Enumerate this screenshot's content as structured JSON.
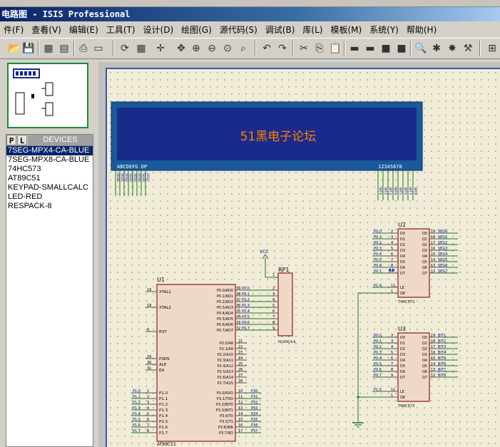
{
  "window": {
    "title": "电路图 - ISIS Professional"
  },
  "menu": [
    "件(F)",
    "查看(V)",
    "编辑(E)",
    "工具(T)",
    "设计(D)",
    "绘图(G)",
    "源代码(S)",
    "调试(B)",
    "库(L)",
    "模板(M)",
    "系统(Y)",
    "帮助(H)"
  ],
  "devices": {
    "tabs": [
      "P",
      "L"
    ],
    "header": "DEVICES",
    "selected": 0,
    "items": [
      "7SEG-MPX4-CA-BLUE",
      "7SEG-MPX8-CA-BLUE",
      "74HC573",
      "AT89C51",
      "KEYPAD-SMALLCALC",
      "LED-RED",
      "RESPACK-8"
    ]
  },
  "lcd": {
    "text": "51黑电子论坛",
    "left_pins": "ABCDEFG DP",
    "right_pins": "12345678",
    "seg_labels": [
      "SEG0",
      "SEG1",
      "SEG2",
      "SEG3",
      "SEG4",
      "SEG5",
      "SEG6",
      "SEG7"
    ],
    "bit_labels": [
      "BIT1",
      "BIT2",
      "BIT3",
      "BIT4",
      "BIT5",
      "BIT6",
      "BIT7",
      "BIT8"
    ]
  },
  "u1": {
    "ref": "U1",
    "part": "AT89C51",
    "left_pins": [
      {
        "num": "19",
        "name": "XTAL1"
      },
      {
        "num": "18",
        "name": "XTAL2"
      },
      {
        "num": "9",
        "name": "RST"
      },
      {
        "num": "29",
        "name": "PSEN"
      },
      {
        "num": "30",
        "name": "ALE"
      },
      {
        "num": "31",
        "name": "EA"
      }
    ],
    "p1_pins": [
      {
        "num": "1",
        "name": "P1.0",
        "net": "P1.0"
      },
      {
        "num": "2",
        "name": "P1.1",
        "net": "P1.1"
      },
      {
        "num": "3",
        "name": "P1.2",
        "net": "P1.2"
      },
      {
        "num": "4",
        "name": "P1.3",
        "net": "P1.3"
      },
      {
        "num": "5",
        "name": "P1.4",
        "net": "P1.4"
      },
      {
        "num": "6",
        "name": "P1.5",
        "net": "P1.5"
      },
      {
        "num": "7",
        "name": "P1.6",
        "net": "P1.6"
      },
      {
        "num": "8",
        "name": "P1.7",
        "net": "P1.7"
      }
    ],
    "p0_pins": [
      {
        "num": "39",
        "name": "P0.0/AD0",
        "net": "P0.0"
      },
      {
        "num": "38",
        "name": "P0.1/AD1",
        "net": "P0.1"
      },
      {
        "num": "37",
        "name": "P0.2/AD2",
        "net": "P0.2"
      },
      {
        "num": "36",
        "name": "P0.3/AD3",
        "net": "P0.3"
      },
      {
        "num": "35",
        "name": "P0.4/AD4",
        "net": "P0.4"
      },
      {
        "num": "34",
        "name": "P0.5/AD5",
        "net": "P0.5"
      },
      {
        "num": "33",
        "name": "P0.6/AD6",
        "net": "P0.6"
      },
      {
        "num": "32",
        "name": "P0.7/AD7",
        "net": "P0.7"
      }
    ],
    "p2_pins": [
      {
        "num": "21",
        "name": "P2.0/A8"
      },
      {
        "num": "22",
        "name": "P2.1/A9"
      },
      {
        "num": "23",
        "name": "P2.2/A10"
      },
      {
        "num": "24",
        "name": "P2.3/A11"
      },
      {
        "num": "25",
        "name": "P2.4/A12"
      },
      {
        "num": "26",
        "name": "P2.5/A13"
      },
      {
        "num": "27",
        "name": "P2.6/A14"
      },
      {
        "num": "28",
        "name": "P2.7/A15"
      }
    ],
    "p3_pins": [
      {
        "num": "10",
        "name": "P3.0/RXD",
        "net": "P30"
      },
      {
        "num": "11",
        "name": "P3.1/TXD",
        "net": "P31"
      },
      {
        "num": "12",
        "name": "P3.2/INT0",
        "net": "P32"
      },
      {
        "num": "13",
        "name": "P3.3/INT1",
        "net": "P33"
      },
      {
        "num": "14",
        "name": "P3.4/T0",
        "net": "P34"
      },
      {
        "num": "15",
        "name": "P3.5/T1",
        "net": "P35"
      },
      {
        "num": "16",
        "name": "P3.6/WR",
        "net": "P36"
      },
      {
        "num": "17",
        "name": "P3.7/RD",
        "net": "P37"
      }
    ]
  },
  "rp1": {
    "ref": "RP1",
    "part": "RESPACK-8",
    "vcc": "VCC",
    "pin1": "1",
    "pins": [
      "2",
      "3",
      "4",
      "5",
      "6",
      "7",
      "8",
      "9"
    ],
    "nets": [
      "P0.0",
      "P0.1",
      "P0.2",
      "P0.3",
      "P0.4",
      "P0.5",
      "P0.6",
      "P0.7"
    ]
  },
  "u2": {
    "ref": "U2",
    "part": "74HC573",
    "inputs": [
      {
        "net": "P0.0",
        "num": "2",
        "name": "D0"
      },
      {
        "net": "P0.1",
        "num": "3",
        "name": "D1"
      },
      {
        "net": "P0.2",
        "num": "4",
        "name": "D2"
      },
      {
        "net": "P0.3",
        "num": "5",
        "name": "D3"
      },
      {
        "net": "P0.4",
        "num": "6",
        "name": "D4"
      },
      {
        "net": "P0.5",
        "num": "7",
        "name": "D5"
      },
      {
        "net": "P0.6",
        "num": "8",
        "name": "D6"
      },
      {
        "net": "P0.7",
        "num": "9",
        "name": "D7"
      }
    ],
    "outputs": [
      {
        "num": "19",
        "net": "SEG0",
        "name": "Q0"
      },
      {
        "num": "18",
        "net": "SEG1",
        "name": "Q1"
      },
      {
        "num": "17",
        "net": "SEG2",
        "name": "Q2"
      },
      {
        "num": "16",
        "net": "SEG3",
        "name": "Q3"
      },
      {
        "num": "15",
        "net": "SEG4",
        "name": "Q4"
      },
      {
        "num": "14",
        "net": "SEG5",
        "name": "Q5"
      },
      {
        "num": "13",
        "net": "SEG6",
        "name": "Q6"
      },
      {
        "num": "12",
        "net": "SEG7",
        "name": "Q7"
      }
    ],
    "le": {
      "net": "P1.4",
      "num": "11",
      "name": "LE"
    },
    "oe": {
      "num": "1",
      "name": "OE"
    }
  },
  "u3": {
    "ref": "U3",
    "part": "74HC573",
    "inputs": [
      {
        "net": "P0.0",
        "num": "2",
        "name": "D0"
      },
      {
        "net": "P0.1",
        "num": "3",
        "name": "D1"
      },
      {
        "net": "P0.2",
        "num": "4",
        "name": "D2"
      },
      {
        "net": "P0.3",
        "num": "5",
        "name": "D3"
      },
      {
        "net": "P0.4",
        "num": "6",
        "name": "D4"
      },
      {
        "net": "P0.5",
        "num": "7",
        "name": "D5"
      },
      {
        "net": "P0.6",
        "num": "8",
        "name": "D6"
      },
      {
        "net": "P0.7",
        "num": "9",
        "name": "D7"
      }
    ],
    "outputs": [
      {
        "num": "19",
        "net": "BIT1",
        "name": "Q0"
      },
      {
        "num": "18",
        "net": "BIT2",
        "name": "Q1"
      },
      {
        "num": "17",
        "net": "BIT3",
        "name": "Q2"
      },
      {
        "num": "16",
        "net": "BIT4",
        "name": "Q3"
      },
      {
        "num": "15",
        "net": "BIT5",
        "name": "Q4"
      },
      {
        "num": "14",
        "net": "BIT6",
        "name": "Q5"
      },
      {
        "num": "13",
        "net": "BIT7",
        "name": "Q6"
      },
      {
        "num": "12",
        "net": "BIT8",
        "name": "Q7"
      }
    ],
    "le": {
      "net": "P1.5",
      "num": "11",
      "name": "LE"
    },
    "oe": {
      "num": "1",
      "name": "OE"
    }
  },
  "colors": {
    "wire": "#1f7a1f",
    "component": "#8a1a1a",
    "fill": "#f0d8c8",
    "lcd_bg": "#1a2a8a",
    "lcd_text": "#ff8000",
    "label": "#0000a0"
  }
}
